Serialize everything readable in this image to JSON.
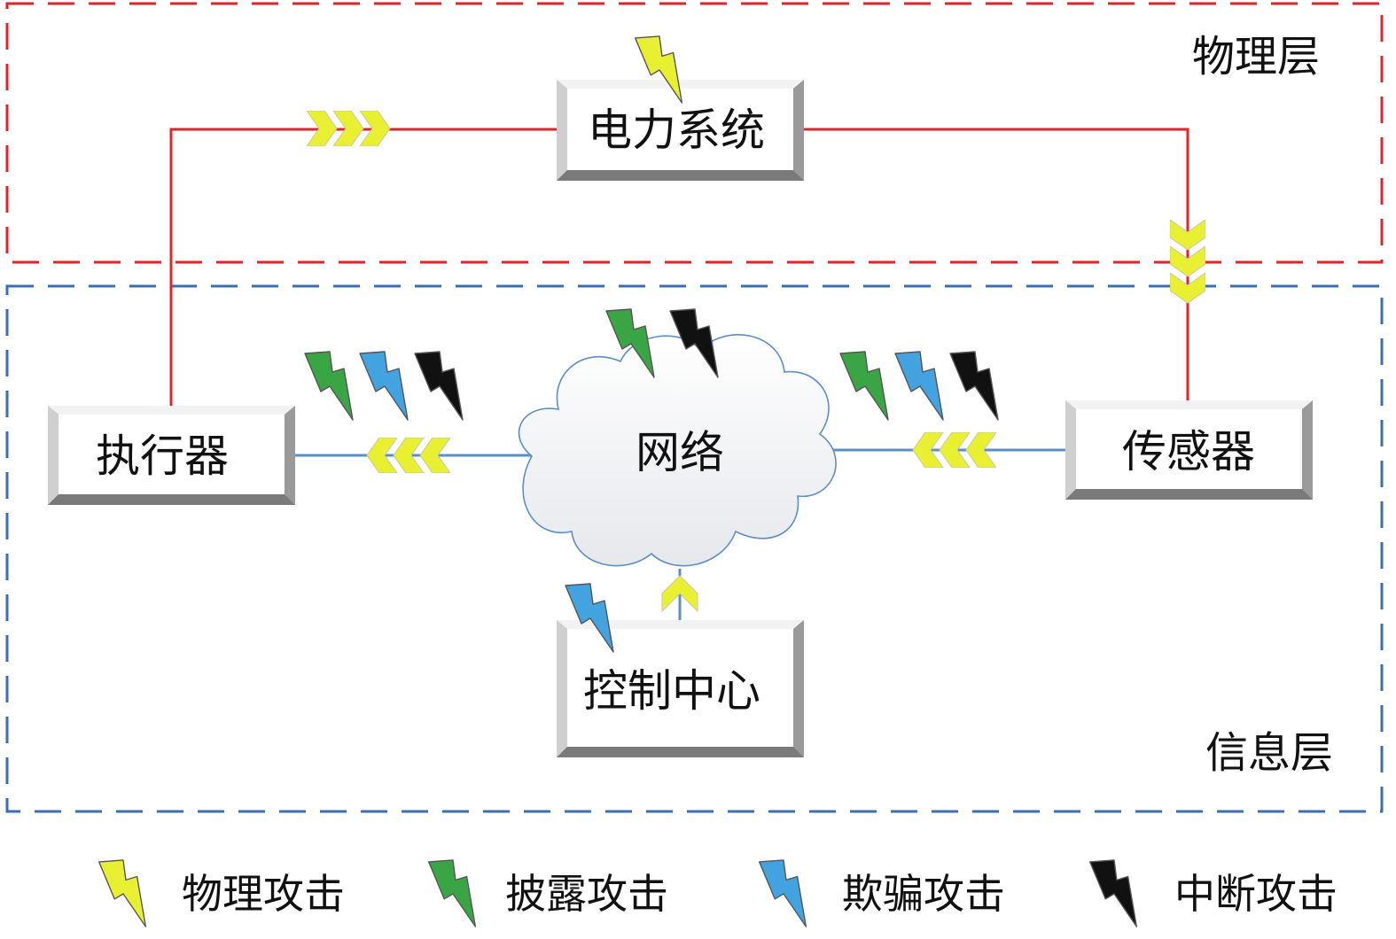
{
  "layers": {
    "physical": {
      "label": "物理层",
      "color": "#e0252b"
    },
    "information": {
      "label": "信息层",
      "color": "#3b6db3"
    }
  },
  "nodes": {
    "power_system": "电力系统",
    "actuator": "执行器",
    "network": "网络",
    "sensor": "传感器",
    "control_center": "控制中心"
  },
  "links": {
    "physical_color": "#e0252b",
    "info_color": "#5b8fc9",
    "flow_chevron_color": "#e9f032"
  },
  "legend": [
    {
      "label": "物理攻击",
      "icon": "lightning-yellow-icon",
      "color": "#e9f032"
    },
    {
      "label": "披露攻击",
      "icon": "lightning-green-icon",
      "color": "#3aa544"
    },
    {
      "label": "欺骗攻击",
      "icon": "lightning-blue-icon",
      "color": "#43a2e0"
    },
    {
      "label": "中断攻击",
      "icon": "lightning-black-icon",
      "color": "#111111"
    }
  ]
}
